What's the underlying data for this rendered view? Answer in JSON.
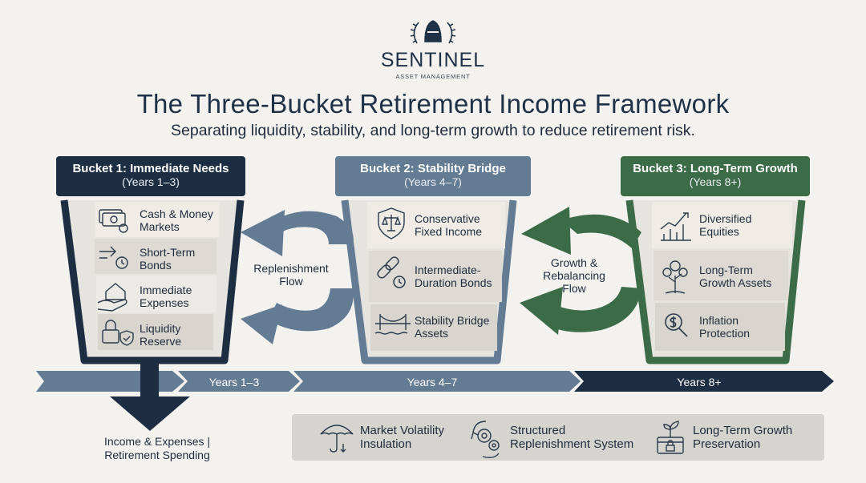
{
  "brand": {
    "name": "SENTINEL",
    "tagline": "ASSET MANAGEMENT",
    "logo_icon": "knight-helmet-laurel-icon"
  },
  "title": "The Three-Bucket Retirement Income Framework",
  "subtitle": "Separating liquidity, stability, and long-term growth to reduce retirement risk.",
  "buckets": [
    {
      "title": "Bucket 1: Immediate Needs",
      "years": "(Years 1–3)",
      "color": "#1d2e43",
      "items": [
        {
          "label": "Cash & Money\nMarkets",
          "icon": "cash-icon"
        },
        {
          "label": "Short-Term\nBonds",
          "icon": "short-term-bonds-icon"
        },
        {
          "label": "Immediate\nExpenses",
          "icon": "house-hand-icon"
        },
        {
          "label": "Liquidity\nReserve",
          "icon": "lock-shield-icon"
        }
      ]
    },
    {
      "title": "Bucket 2: Stability Bridge",
      "years": "(Years 4–7)",
      "color": "#647b94",
      "items": [
        {
          "label": "Conservative\nFixed Income",
          "icon": "shield-scale-icon"
        },
        {
          "label": "Intermediate-\nDuration Bonds",
          "icon": "chain-clock-icon"
        },
        {
          "label": "Stability Bridge\nAssets",
          "icon": "bridge-icon"
        }
      ]
    },
    {
      "title": "Bucket 3: Long-Term Growth",
      "years": "(Years 8+)",
      "color": "#3c6b47",
      "items": [
        {
          "label": "Diversified\nEquities",
          "icon": "growth-chart-icon"
        },
        {
          "label": "Long-Term\nGrowth Assets",
          "icon": "tree-icon"
        },
        {
          "label": "Inflation\nProtection",
          "icon": "magnifier-dollar-icon"
        }
      ]
    }
  ],
  "flows": [
    {
      "label": "Replenishment\nFlow",
      "color": "#647b94"
    },
    {
      "label": "Growth &\nRebalancing\nFlow",
      "color": "#3c6b47"
    }
  ],
  "timeline": [
    {
      "label": "Years 1–3",
      "color": "#647b94"
    },
    {
      "label": "Years 4–7",
      "color": "#647b94"
    },
    {
      "label": "Years 8+",
      "color": "#1d2e43"
    }
  ],
  "output": {
    "label": "Income & Expenses |\nRetirement Spending"
  },
  "benefits": [
    {
      "label": "Market Volatility\nInsulation",
      "icon": "umbrella-icon"
    },
    {
      "label": "Structured\nReplenishment System",
      "icon": "gears-cycle-icon"
    },
    {
      "label": "Long-Term Growth\nPreservation",
      "icon": "seedling-box-icon"
    }
  ]
}
